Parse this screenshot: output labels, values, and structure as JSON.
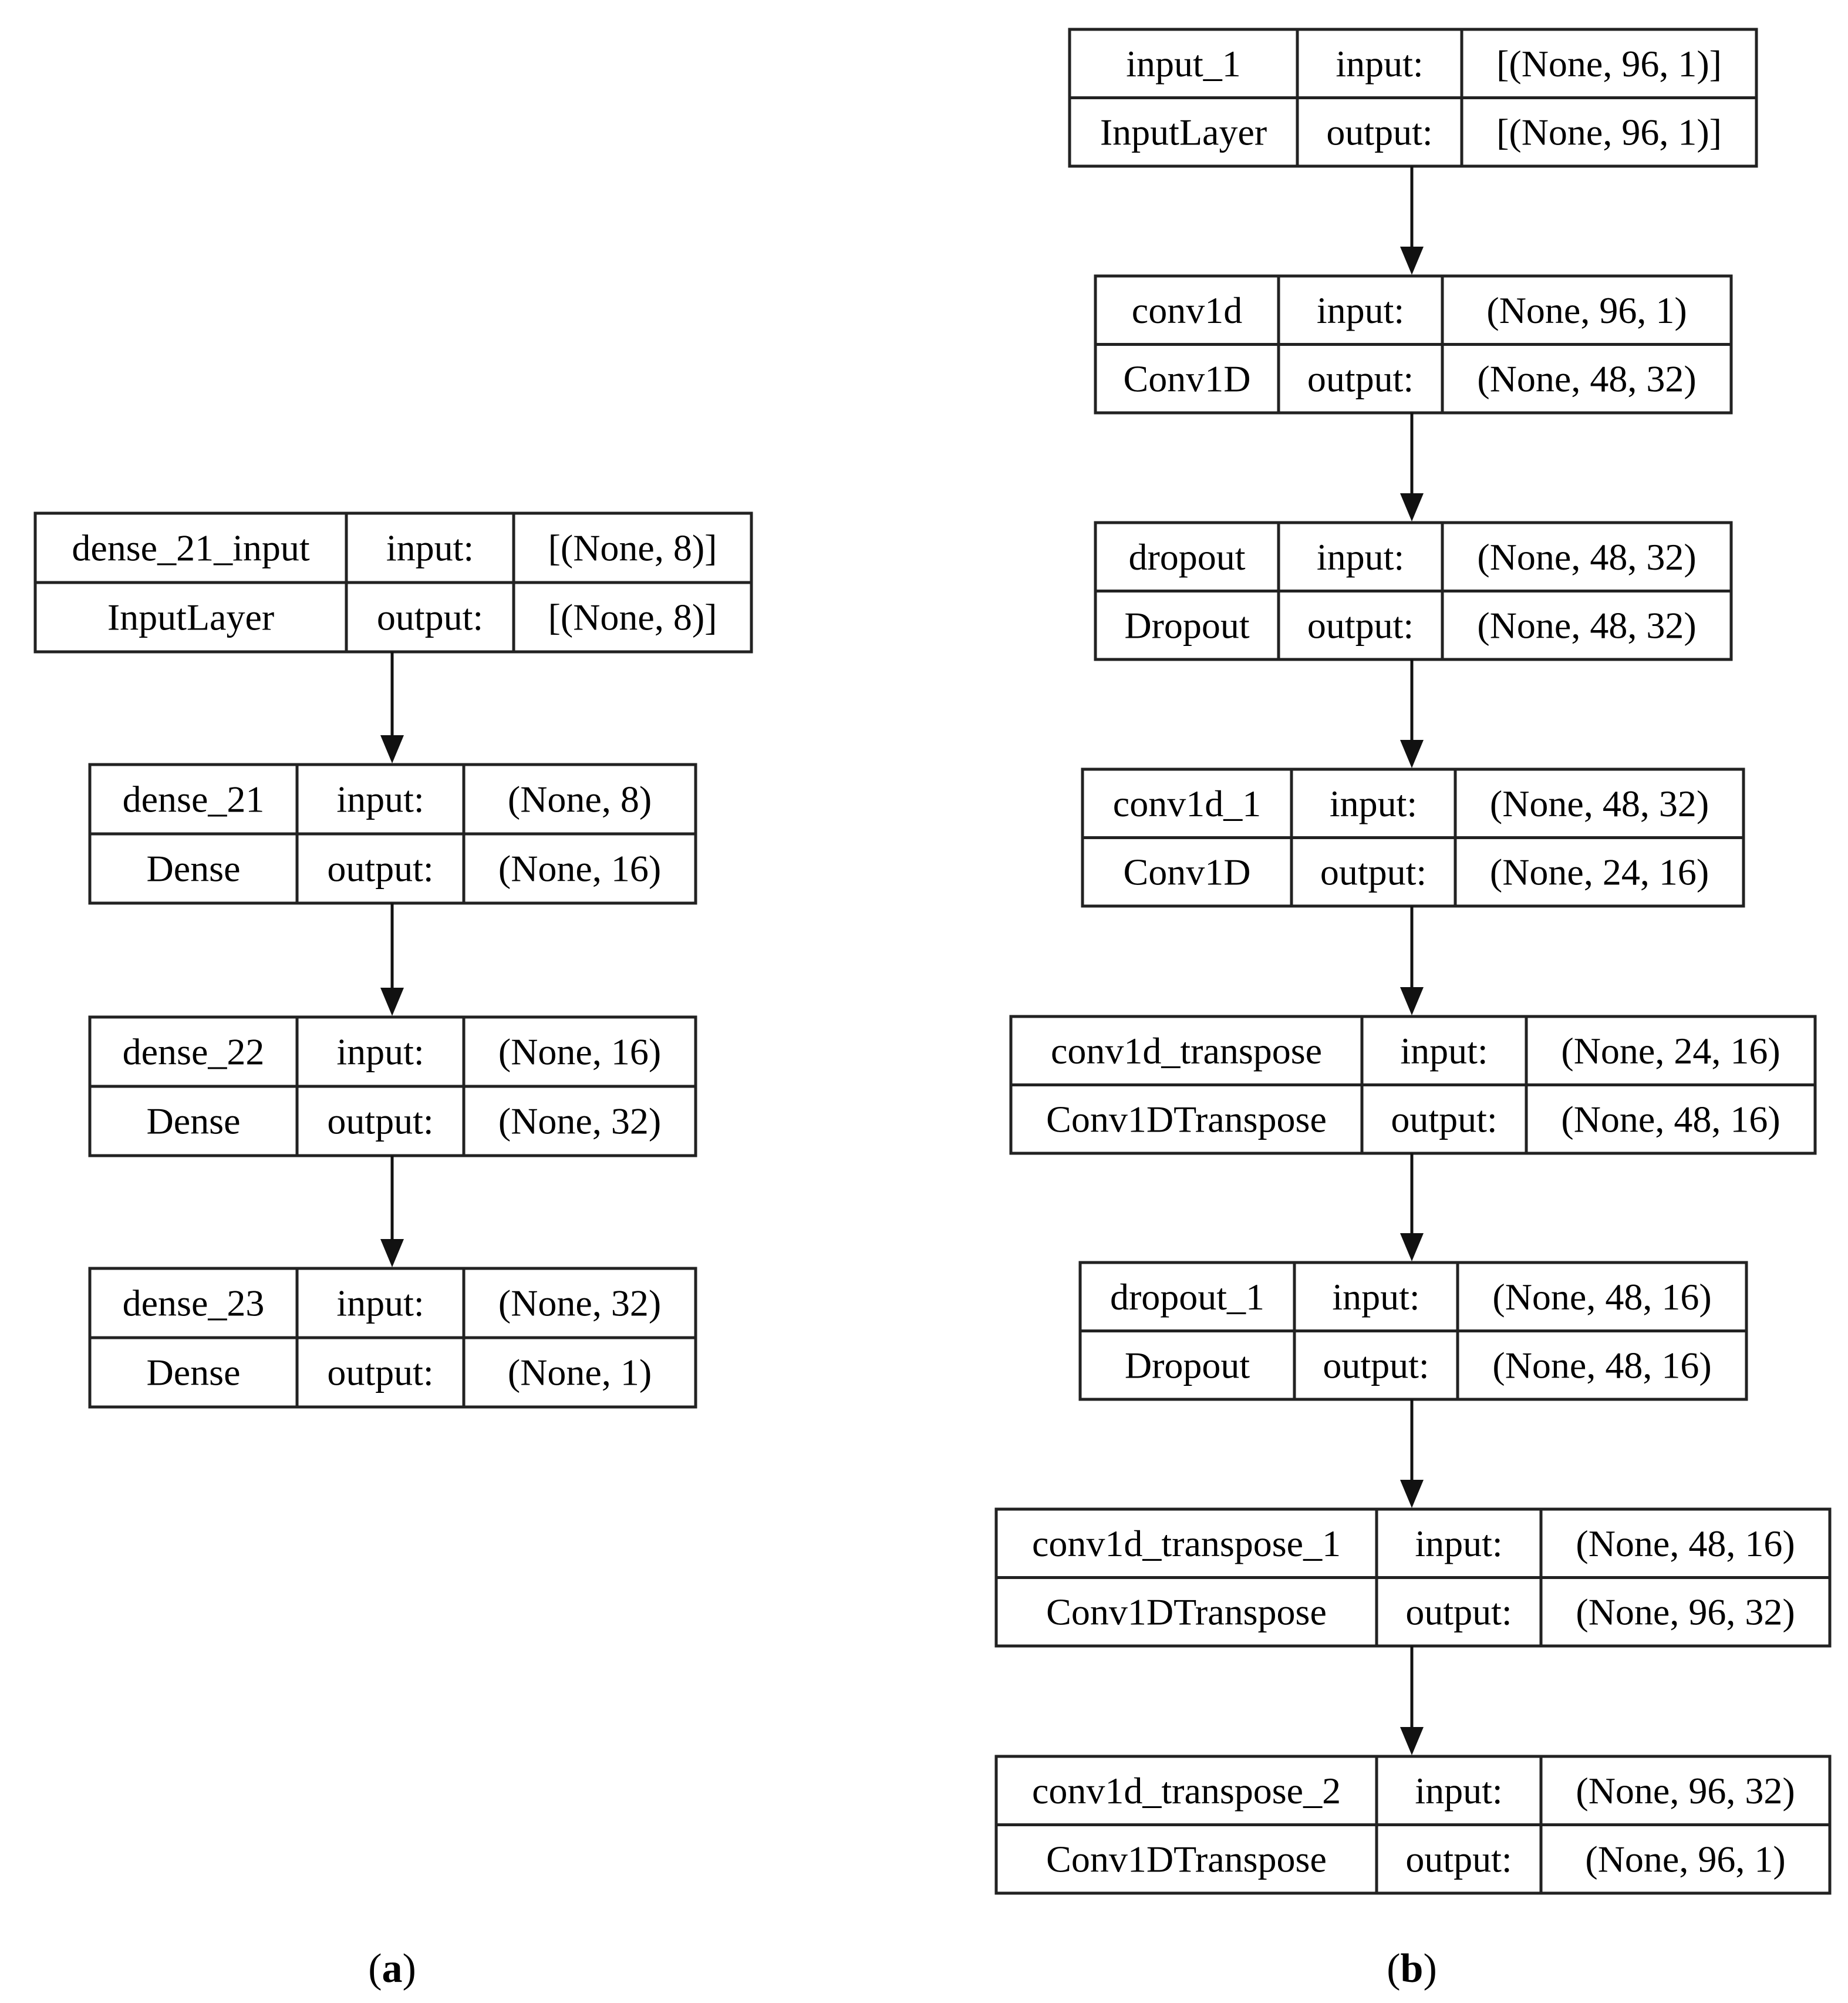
{
  "diagrams": [
    {
      "caption": "(a)",
      "caption_bold": "a",
      "layers": [
        {
          "name": "dense_21_input",
          "type": "InputLayer",
          "input_label": "input:",
          "output_label": "output:",
          "input_shape": "[(None, 8)]",
          "output_shape": "[(None, 8)]"
        },
        {
          "name": "dense_21",
          "type": "Dense",
          "input_label": "input:",
          "output_label": "output:",
          "input_shape": "(None, 8)",
          "output_shape": "(None, 16)"
        },
        {
          "name": "dense_22",
          "type": "Dense",
          "input_label": "input:",
          "output_label": "output:",
          "input_shape": "(None, 16)",
          "output_shape": "(None, 32)"
        },
        {
          "name": "dense_23",
          "type": "Dense",
          "input_label": "input:",
          "output_label": "output:",
          "input_shape": "(None, 32)",
          "output_shape": "(None, 1)"
        }
      ]
    },
    {
      "caption": "(b)",
      "caption_bold": "b",
      "layers": [
        {
          "name": "input_1",
          "type": "InputLayer",
          "input_label": "input:",
          "output_label": "output:",
          "input_shape": "[(None, 96, 1)]",
          "output_shape": "[(None, 96, 1)]"
        },
        {
          "name": "conv1d",
          "type": "Conv1D",
          "input_label": "input:",
          "output_label": "output:",
          "input_shape": "(None, 96, 1)",
          "output_shape": "(None, 48, 32)"
        },
        {
          "name": "dropout",
          "type": "Dropout",
          "input_label": "input:",
          "output_label": "output:",
          "input_shape": "(None, 48, 32)",
          "output_shape": "(None, 48, 32)"
        },
        {
          "name": "conv1d_1",
          "type": "Conv1D",
          "input_label": "input:",
          "output_label": "output:",
          "input_shape": "(None, 48, 32)",
          "output_shape": "(None, 24, 16)"
        },
        {
          "name": "conv1d_transpose",
          "type": "Conv1DTranspose",
          "input_label": "input:",
          "output_label": "output:",
          "input_shape": "(None, 24, 16)",
          "output_shape": "(None, 48, 16)"
        },
        {
          "name": "dropout_1",
          "type": "Dropout",
          "input_label": "input:",
          "output_label": "output:",
          "input_shape": "(None, 48, 16)",
          "output_shape": "(None, 48, 16)"
        },
        {
          "name": "conv1d_transpose_1",
          "type": "Conv1DTranspose",
          "input_label": "input:",
          "output_label": "output:",
          "input_shape": "(None, 48, 16)",
          "output_shape": "(None, 96, 32)"
        },
        {
          "name": "conv1d_transpose_2",
          "type": "Conv1DTranspose",
          "input_label": "input:",
          "output_label": "output:",
          "input_shape": "(None, 96, 32)",
          "output_shape": "(None, 96, 1)"
        }
      ]
    }
  ]
}
